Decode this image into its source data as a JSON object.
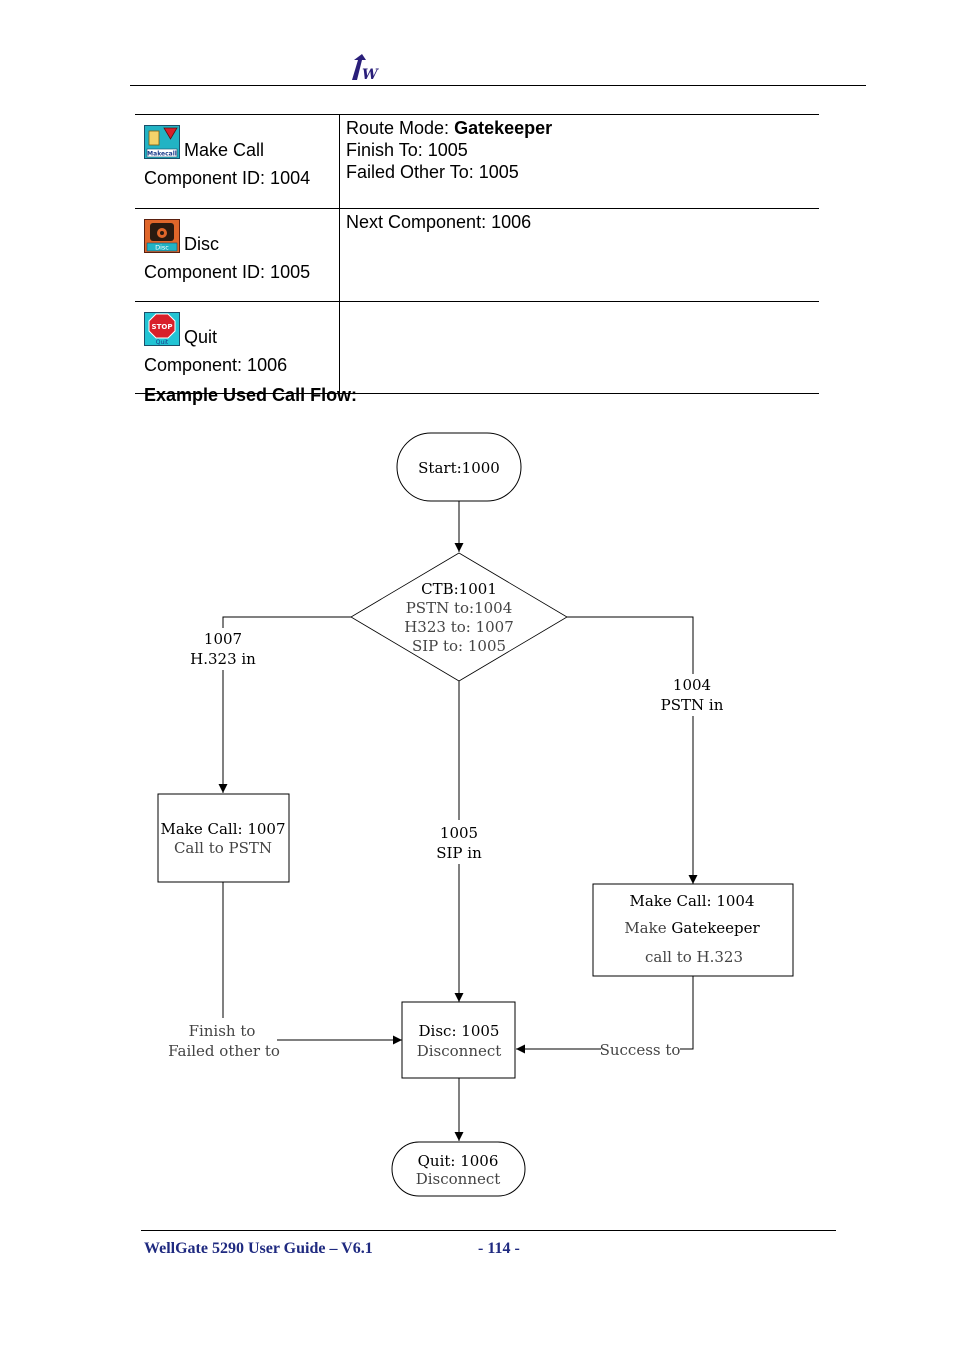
{
  "components": [
    {
      "icon": "make-call-icon",
      "icon_caption": "Makecall",
      "name": "Make Call",
      "id_text": "Component ID: 1004",
      "details": [
        {
          "label": "Route Mode: ",
          "value": "Gatekeeper"
        },
        {
          "label": "Finish To: 1005",
          "value": ""
        },
        {
          "label": "Failed Other To: 1005",
          "value": ""
        }
      ]
    },
    {
      "icon": "disc-icon",
      "icon_caption": "Disc",
      "name": "Disc",
      "id_text": "Component ID: 1005",
      "details": [
        {
          "label": "Next Component: 1006",
          "value": ""
        }
      ]
    },
    {
      "icon": "quit-stop-icon",
      "icon_caption": "Quit",
      "icon_sign": "STOP",
      "name": "Quit",
      "id_text": "Component: 1006",
      "details": []
    }
  ],
  "example_heading": "Example Used Call Flow:",
  "flow": {
    "start": "Start:1000",
    "ctb": {
      "title": "CTB:1001",
      "lines": [
        "PSTN to:1004",
        "H323 to: 1007",
        "SIP to: 1005"
      ]
    },
    "left_branch": [
      "1007",
      "H.323 in"
    ],
    "right_branch": [
      "1004",
      "PSTN in"
    ],
    "center_branch": [
      "1005",
      "SIP in"
    ],
    "make_call_1007": {
      "title": "Make Call: 1007",
      "sub": "Call to PSTN"
    },
    "make_call_1004": {
      "title": "Make Call: 1004",
      "sub1_a": "Make ",
      "sub1_b": "Gatekeeper",
      "sub2": "call to H.323"
    },
    "finish_label": [
      "Finish to",
      "Failed other to"
    ],
    "success_label": "Success to",
    "disc": {
      "title": "Disc: 1005",
      "sub": "Disconnect"
    },
    "quit": {
      "title": "Quit: 1006",
      "sub": "Disconnect"
    }
  },
  "footer": {
    "guide": "WellGate 5290 User Guide – V6.1",
    "page": "- 114 -"
  }
}
